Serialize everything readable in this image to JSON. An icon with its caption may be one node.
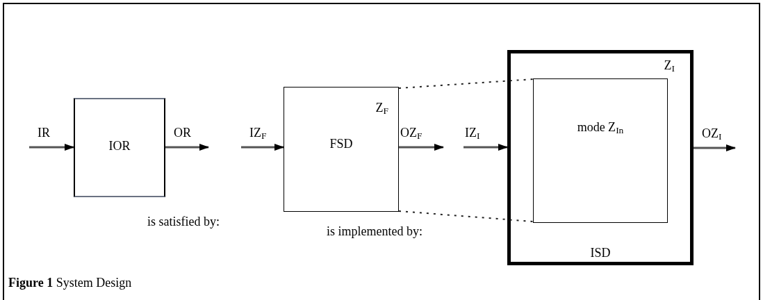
{
  "diagram": {
    "caption": "**Figure 1**   System Design",
    "nodes": [
      {
        "text": [
          "IOR"
        ]
      },
      {
        "text": [
          "FSD",
          "Z$_{F}$"
        ]
      },
      {
        "text": [
          "Z$_{I}$",
          "ISD"
        ]
      },
      {
        "text": [
          "mode Z$_{In}$"
        ],
        "in": 2
      }
    ],
    "edges": [
      {
        "from": null,
        "to": 0,
        "arrow": "to",
        "label": "IR"
      },
      {
        "from": 0,
        "to": null,
        "arrow": "to",
        "label": "OR"
      },
      {
        "from": null,
        "to": 1,
        "arrow": "to",
        "label": "IZ$_{F}$"
      },
      {
        "from": 1,
        "to": null,
        "arrow": "to",
        "label": "OZ$_{F}$"
      },
      {
        "from": null,
        "to": 2,
        "arrow": "to",
        "label": "IZ$_{I}$"
      },
      {
        "from": 2,
        "to": null,
        "arrow": "to",
        "label": "OZ$_{I}$"
      },
      {
        "from": 1,
        "to": 3,
        "arrow": "none",
        "style": "dashed"
      },
      {
        "from": 1,
        "to": 3,
        "arrow": "none",
        "style": "dashed"
      }
    ],
    "labels": [
      "is satisfied by:",
      "is implemented by:"
    ]
  }
}
